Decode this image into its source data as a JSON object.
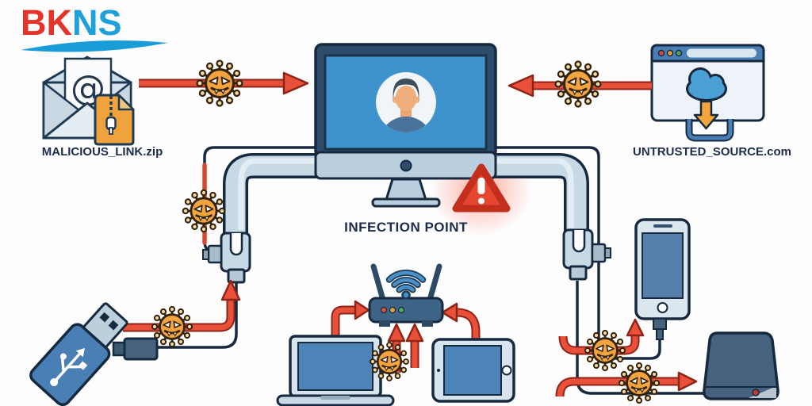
{
  "logo": {
    "part1": "BK",
    "part2": "NS",
    "color1": "#e63228",
    "color2": "#1da0dc"
  },
  "labels": {
    "email_source": "MALICIOUS_LINK.zip",
    "web_source": "UNTRUSTED_SOURCE.com",
    "infection_point": "INFECTION POINT"
  },
  "icons": {
    "email_at": "@",
    "names": [
      "email-icon",
      "zip-file-icon",
      "browser-window-icon",
      "cloud-download-icon",
      "monitor-icon",
      "user-avatar-icon",
      "warning-triangle-icon",
      "virus-icon",
      "wifi-icon",
      "router-icon",
      "laptop-icon",
      "tablet-icon",
      "smartphone-icon",
      "external-drive-icon",
      "usb-drive-icon",
      "usb-plug-icon"
    ]
  },
  "colors": {
    "accent_red": "#e8503a",
    "arrow_outline": "#8e2417",
    "virus_orange": "#f3a43f",
    "outline_navy": "#16293e",
    "screen_blue": "#3f93cc",
    "device_blue": "#4d84b8",
    "tube_blue": "#c8d9e6",
    "warning_red": "#e64530",
    "text_navy": "#1c2b4a",
    "background": "#fdfdfe"
  }
}
